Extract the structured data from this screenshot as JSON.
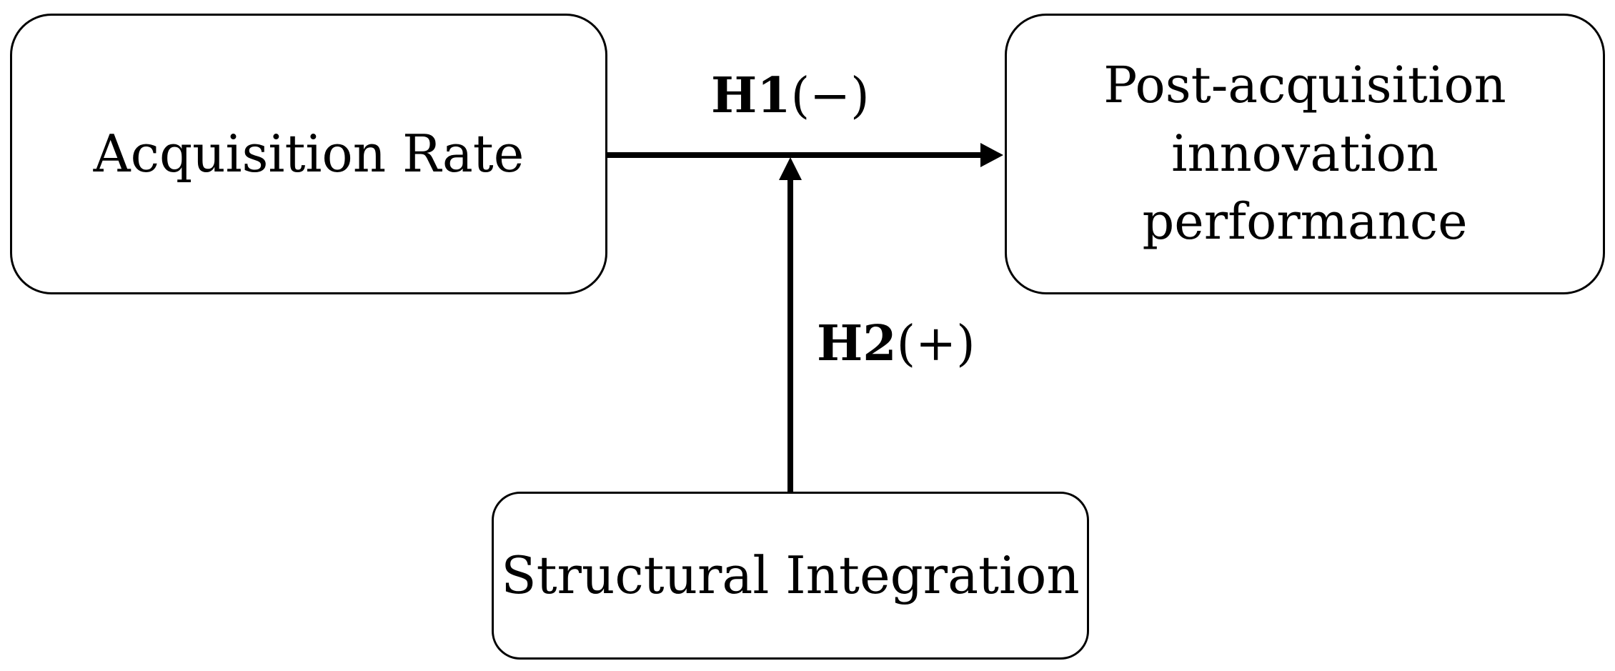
{
  "nodes": {
    "acquisition_rate": "Acquisition Rate",
    "post_acquisition": "Post-acquisition\ninnovation\nperformance",
    "structural_integration": "Structural Integration"
  },
  "edges": {
    "h1": {
      "id": "H1",
      "sign": "(−)"
    },
    "h2": {
      "id": "H2",
      "sign": "(+)"
    }
  }
}
